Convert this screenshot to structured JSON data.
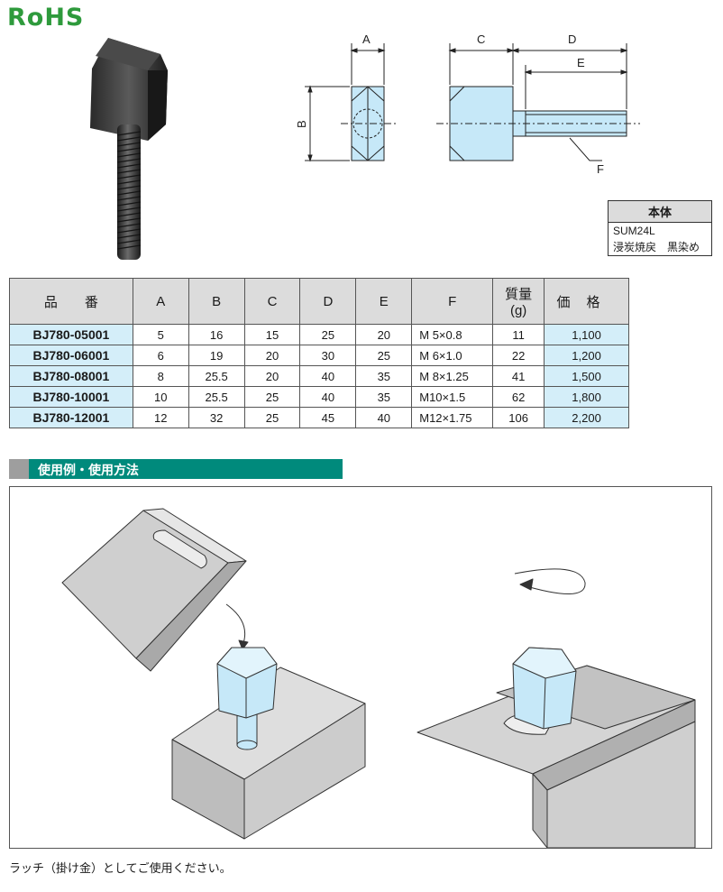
{
  "rohs_label": "RoHS",
  "drawing": {
    "dim_a": "A",
    "dim_b": "B",
    "dim_c": "C",
    "dim_d": "D",
    "dim_e": "E",
    "dim_f": "F"
  },
  "material": {
    "header": "本体",
    "line1": "SUM24L",
    "line2": "浸炭焼戻　黒染め"
  },
  "table": {
    "headers": {
      "part_no": "品　　番",
      "a": "A",
      "b": "B",
      "c": "C",
      "d": "D",
      "e": "E",
      "f": "F",
      "mass_1": "質量",
      "mass_2": "(g)",
      "price": "価格"
    },
    "rows": [
      {
        "part_no": "BJ780-05001",
        "a": "5",
        "b": "16",
        "c": "15",
        "d": "25",
        "e": "20",
        "f": "M  5×0.8",
        "mass": "11",
        "price": "1,100"
      },
      {
        "part_no": "BJ780-06001",
        "a": "6",
        "b": "19",
        "c": "20",
        "d": "30",
        "e": "25",
        "f": "M  6×1.0",
        "mass": "22",
        "price": "1,200"
      },
      {
        "part_no": "BJ780-08001",
        "a": "8",
        "b": "25.5",
        "c": "20",
        "d": "40",
        "e": "35",
        "f": "M  8×1.25",
        "mass": "41",
        "price": "1,500"
      },
      {
        "part_no": "BJ780-10001",
        "a": "10",
        "b": "25.5",
        "c": "25",
        "d": "40",
        "e": "35",
        "f": "M10×1.5",
        "mass": "62",
        "price": "1,800"
      },
      {
        "part_no": "BJ780-12001",
        "a": "12",
        "b": "32",
        "c": "25",
        "d": "45",
        "e": "40",
        "f": "M12×1.75",
        "mass": "106",
        "price": "2,200"
      }
    ]
  },
  "section_title": "使用例・使用方法",
  "caption": "ラッチ（掛け金）としてご使用ください。",
  "colors": {
    "rohs_green": "#2e9a3c",
    "section_teal": "#008a7c",
    "highlight_blue": "#d4eef9",
    "part_blue": "#c6e8f8",
    "header_gray": "#dcdcdc"
  }
}
